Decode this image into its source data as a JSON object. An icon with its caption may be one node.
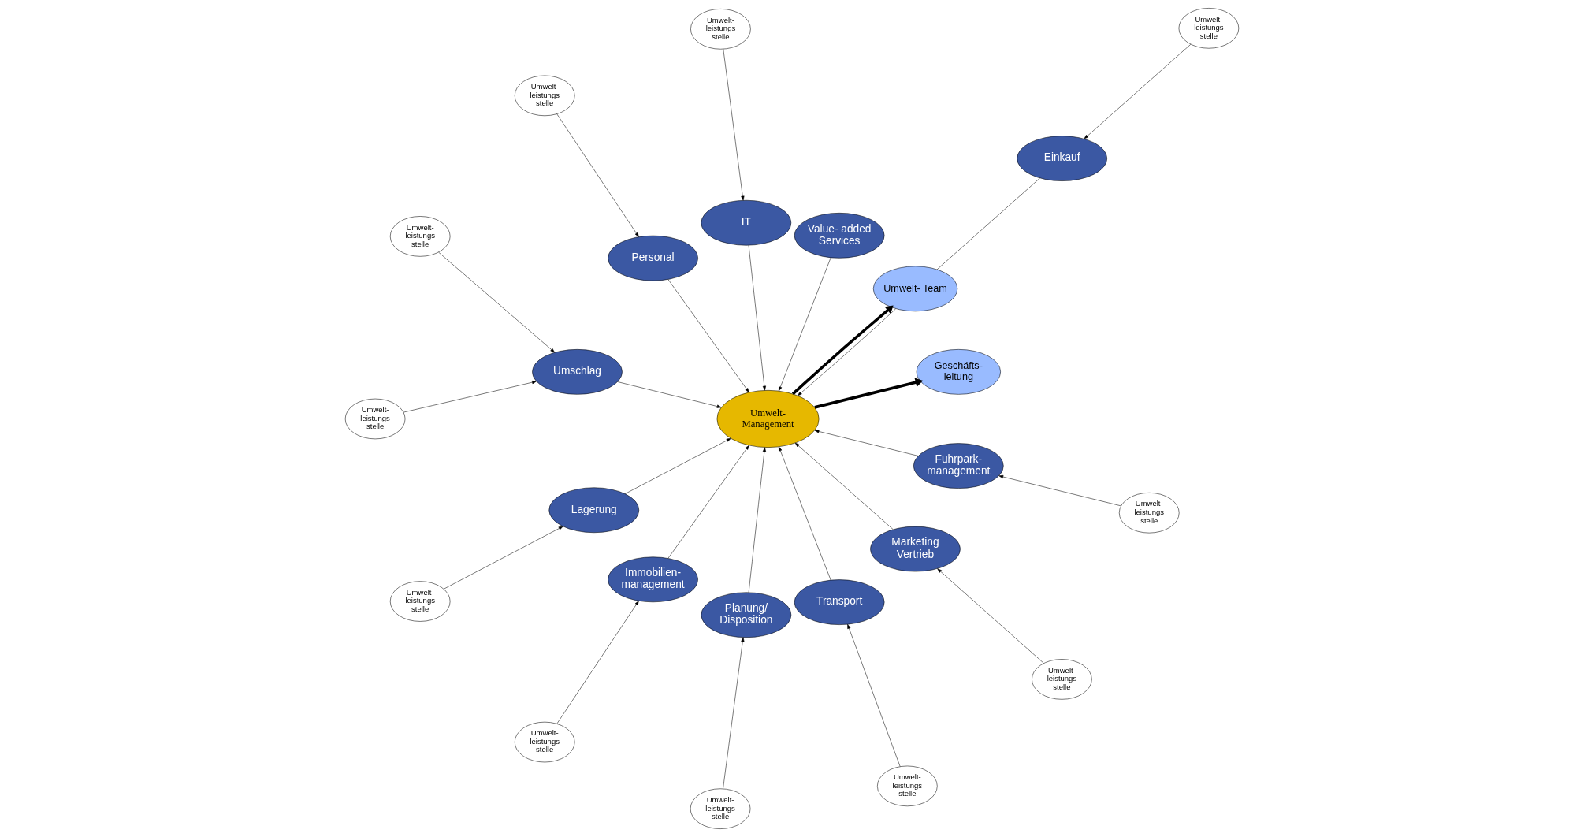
{
  "diagram": {
    "nodes": [
      {
        "text": [
          "Umwelt- leistungs stelle"
        ]
      },
      {
        "text": [
          "Value- added Services"
        ]
      },
      {
        "text": [
          "Umwelt- leistungs stelle"
        ]
      },
      {
        "text": [
          "IT"
        ]
      },
      {
        "text": [
          "Einkauf"
        ]
      },
      {
        "text": [
          "Umwelt- leistungs stelle"
        ]
      },
      {
        "text": [
          "Umwelt- leistungs stelle"
        ]
      },
      {
        "text": [
          "Personal"
        ]
      },
      {
        "text": [
          "Umschlag"
        ]
      },
      {
        "text": [
          "Geschäfts- leitung"
        ]
      },
      {
        "text": [
          "Umwelt- Team"
        ]
      },
      {
        "text": [
          "Umwelt- leistungs stelle"
        ]
      },
      {
        "text": [
          "Lagerung"
        ]
      },
      {
        "text": [
          "Immobilien- management"
        ]
      },
      {
        "text": [
          "Umwelt- leistungs stelle"
        ]
      },
      {
        "text": [
          "Umwelt- Management"
        ]
      },
      {
        "text": [
          "Umwelt- leistungs stelle"
        ]
      },
      {
        "text": [
          "Planung/ Disposition"
        ]
      },
      {
        "text": [
          "Transport"
        ]
      },
      {
        "text": [
          "Umwelt- leistungs stelle"
        ]
      },
      {
        "text": [
          "Umwelt- leistungs stelle"
        ]
      },
      {
        "text": [
          "Marketing Vertrieb"
        ]
      },
      {
        "text": [
          "Fuhrpark- management"
        ]
      },
      {
        "text": [
          "Umwelt- leistungs stelle"
        ]
      },
      {
        "text": [
          "Umwelt- leistungs stelle"
        ]
      }
    ],
    "edges": [
      {
        "from": 0,
        "to": 3,
        "arrow": "to"
      },
      {
        "from": 2,
        "to": 4,
        "arrow": "to"
      },
      {
        "from": 5,
        "to": 8,
        "arrow": "to"
      },
      {
        "from": 11,
        "to": 8,
        "arrow": "to"
      },
      {
        "from": 6,
        "to": 7,
        "arrow": "to"
      },
      {
        "from": 14,
        "to": 12,
        "arrow": "to"
      },
      {
        "from": 16,
        "to": 13,
        "arrow": "to"
      },
      {
        "from": 20,
        "to": 17,
        "arrow": "to"
      },
      {
        "from": 24,
        "to": 21,
        "arrow": "to"
      },
      {
        "from": 23,
        "to": 22,
        "arrow": "to"
      },
      {
        "from": 19,
        "to": 18,
        "arrow": "to"
      },
      {
        "from": 3,
        "to": 15,
        "arrow": "to"
      },
      {
        "from": 1,
        "to": 15,
        "arrow": "to"
      },
      {
        "from": 8,
        "to": 15,
        "arrow": "to"
      },
      {
        "from": 13,
        "to": 15,
        "arrow": "to"
      },
      {
        "from": 17,
        "to": 15,
        "arrow": "to"
      },
      {
        "from": 21,
        "to": 15,
        "arrow": "to"
      },
      {
        "from": 22,
        "to": 15,
        "arrow": "to"
      },
      {
        "from": 18,
        "to": 15,
        "arrow": "to"
      },
      {
        "from": 7,
        "to": 15,
        "arrow": "to"
      },
      {
        "from": 12,
        "to": 15,
        "arrow": "to"
      },
      {
        "from": 4,
        "to": 10,
        "arrow": "none"
      },
      {
        "from": 15,
        "to": 9,
        "arrow": "to",
        "style": "thick"
      },
      {
        "from": 15,
        "to": 10,
        "arrow": "to",
        "style": "thick"
      },
      {
        "from": 10,
        "to": 15,
        "arrow": "to"
      }
    ]
  }
}
